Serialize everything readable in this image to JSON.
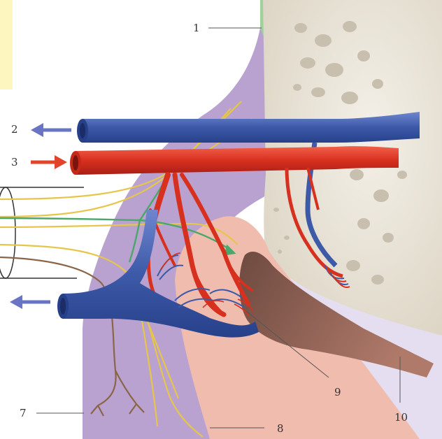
{
  "labels": {
    "l1": "1",
    "l2": "2",
    "l3": "3",
    "l7": "7",
    "l8": "8",
    "l9": "9",
    "l10": "10"
  },
  "colors": {
    "vein": "#3d5aa8",
    "artery": "#d8301f",
    "nerve_yellow": "#e6c64a",
    "nerve_green": "#4aa86a",
    "nerve_brown": "#8a6548",
    "arrow_vein": "#6a74c4",
    "arrow_artery": "#e2442b",
    "lamina_purple": "#b9a2cf",
    "dentin_pink": "#f0bcae",
    "bone": "#ece7dc",
    "enamel_lavender": "#e5def0",
    "highlight_yellow": "#fdf6bf",
    "green_strip": "#9fd19c"
  },
  "icons": {
    "arrow_out": "arrow-left-icon",
    "arrow_in": "arrow-right-icon"
  }
}
